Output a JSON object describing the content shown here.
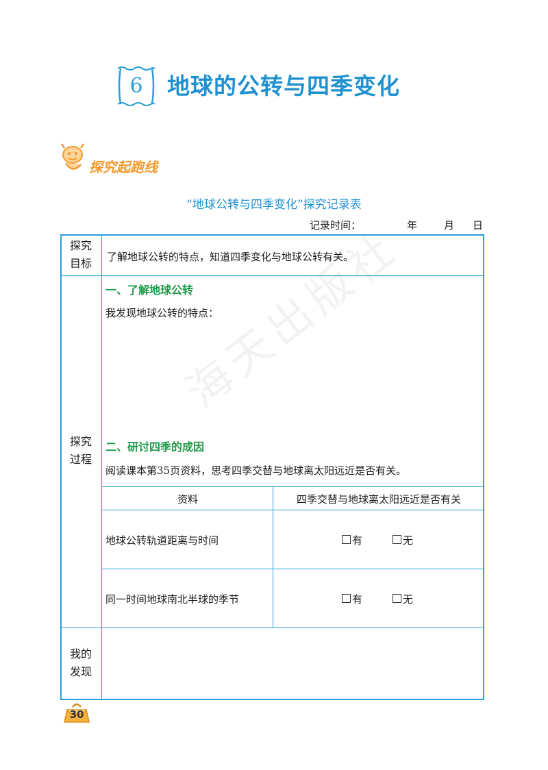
{
  "lesson": {
    "number": "6",
    "title": "地球的公转与四季变化"
  },
  "section": {
    "label": "探究起跑线"
  },
  "table": {
    "title": "“地球公转与四季变化”探究记录表",
    "record_time": {
      "label": "记录时间：",
      "year": "年",
      "month": "月",
      "day": "日"
    },
    "goal": {
      "label_line1": "探究",
      "label_line2": "目标",
      "text": "了解地球公转的特点，知道四季变化与地球公转有关。"
    },
    "process": {
      "label_line1": "探究",
      "label_line2": "过程",
      "part1_heading": "一、了解地球公转",
      "part1_prompt": "我发现地球公转的特点：",
      "part2_heading": "二、研讨四季的成因",
      "part2_prompt": "阅读课本第35页资料，思考四季交替与地球离太阳远近是否有关。",
      "sub_table": {
        "headers": [
          "资料",
          "四季交替与地球离太阳远近是否有关"
        ],
        "rows": [
          {
            "material": "地球公转轨道距离与时间",
            "option_yes": "有",
            "option_no": "无"
          },
          {
            "material": "同一时间地球南北半球的季节",
            "option_yes": "有",
            "option_no": "无"
          }
        ]
      }
    },
    "findings": {
      "label_line1": "我的",
      "label_line2": "发现"
    }
  },
  "watermark": "海天出版社",
  "page_number": "30",
  "colors": {
    "accent_blue": "#27a0dc",
    "title_blue": "#1f91d1",
    "heading_green": "#1e9a48",
    "logo_orange": "#f29a2e"
  }
}
